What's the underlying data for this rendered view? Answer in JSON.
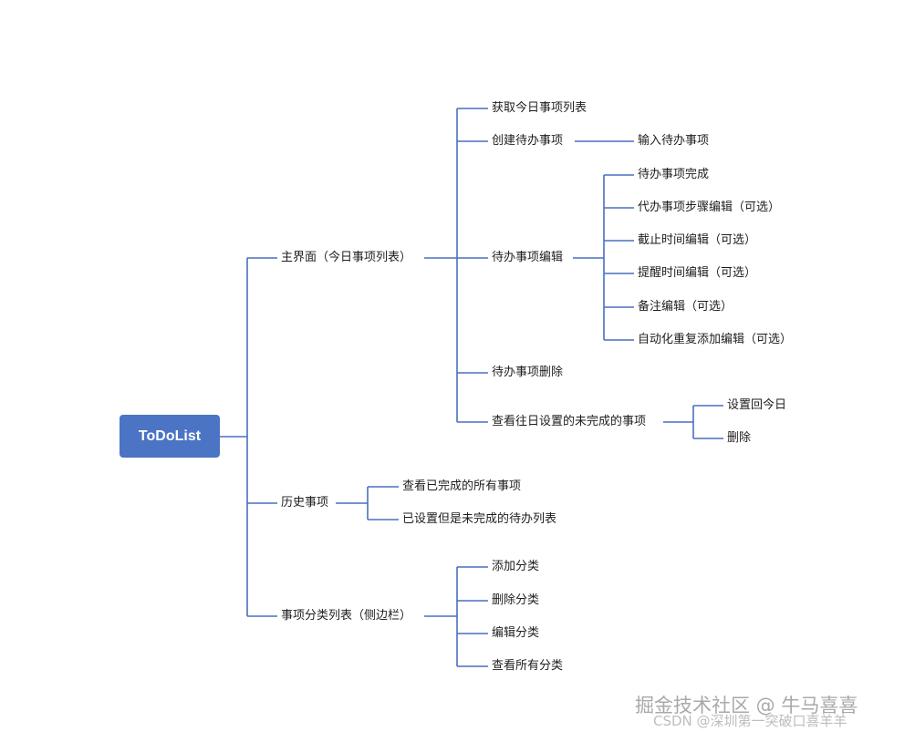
{
  "mindmap": {
    "root": "ToDoList",
    "main": {
      "label": "主界面（今日事项列表）",
      "items": {
        "fetch": "获取今日事项列表",
        "create": "创建待办事项",
        "create_input": "输入待办事项",
        "edit": "待办事项编辑",
        "edit_items": [
          "待办事项完成",
          "代办事项步骤编辑（可选）",
          "截止时间编辑（可选）",
          "提醒时间编辑（可选）",
          "备注编辑（可选）",
          "自动化重复添加编辑（可选）"
        ],
        "delete": "待办事项删除",
        "past": "查看往日设置的未完成的事项",
        "past_items": [
          "设置回今日",
          "删除"
        ]
      }
    },
    "history": {
      "label": "历史事项",
      "items": [
        "查看已完成的所有事项",
        "已设置但是未完成的待办列表"
      ]
    },
    "category": {
      "label": "事项分类列表（侧边栏）",
      "items": [
        "添加分类",
        "删除分类",
        "编辑分类",
        "查看所有分类"
      ]
    }
  },
  "watermark": {
    "line1": "掘金技术社区 @ 牛马喜喜",
    "line2": "CSDN @深圳第一突破口喜羊羊"
  }
}
